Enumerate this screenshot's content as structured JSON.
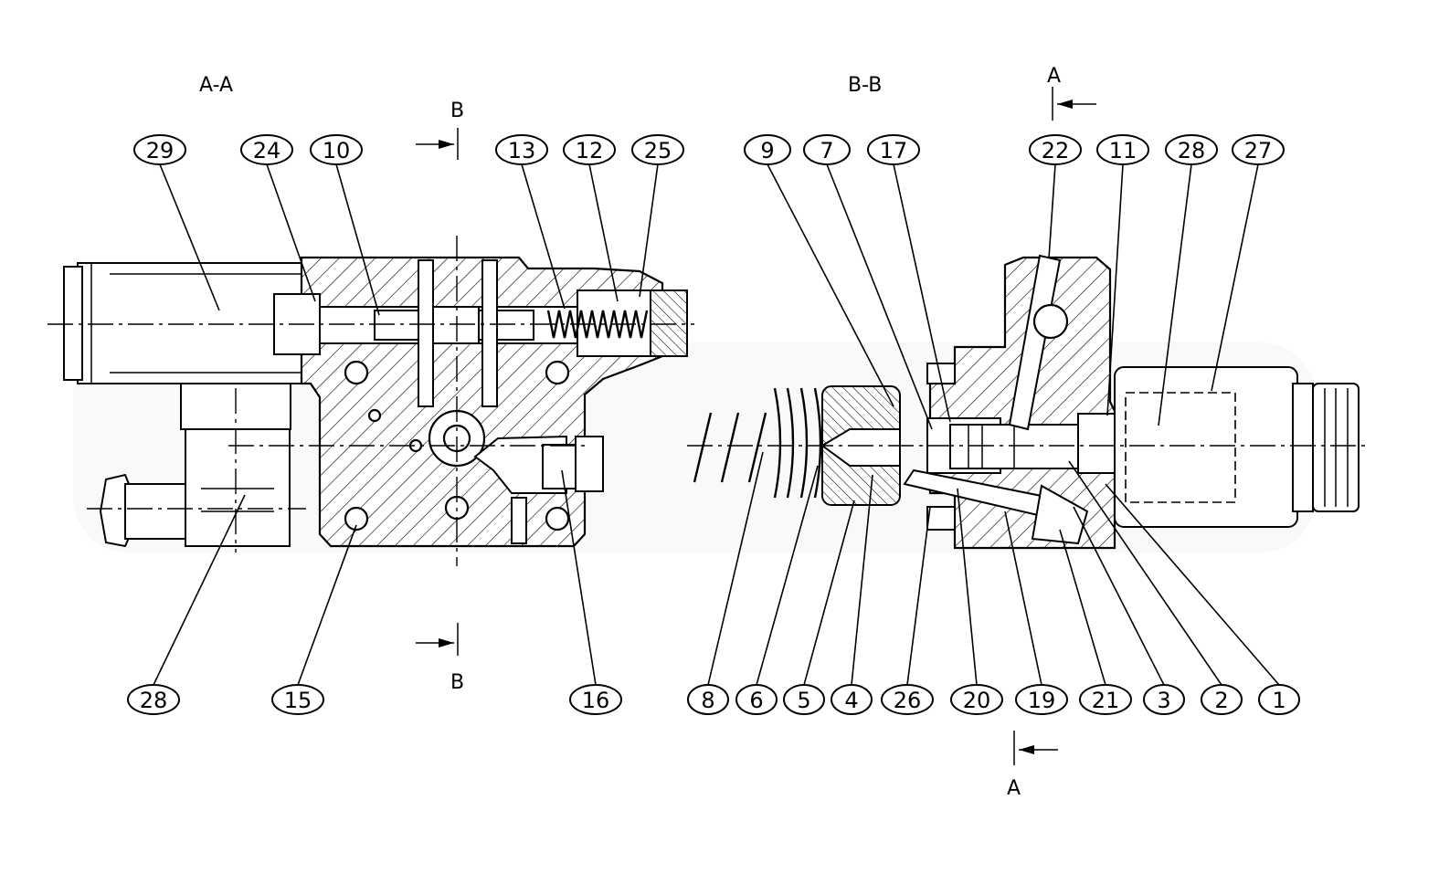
{
  "views": {
    "left_title": "A-A",
    "right_title": "B-B"
  },
  "section_marks": {
    "b_top": "B",
    "b_bottom": "B",
    "a_top": "A",
    "a_bottom": "A"
  },
  "balloons": {
    "top_left": [
      "29",
      "24",
      "10",
      "13",
      "12",
      "25"
    ],
    "top_right": [
      "9",
      "7",
      "17",
      "22",
      "11",
      "28",
      "27"
    ],
    "bottom_left": [
      "28",
      "15",
      "16"
    ],
    "bottom_right": [
      "8",
      "6",
      "5",
      "4",
      "26",
      "20",
      "19",
      "21",
      "3",
      "2",
      "1"
    ]
  }
}
